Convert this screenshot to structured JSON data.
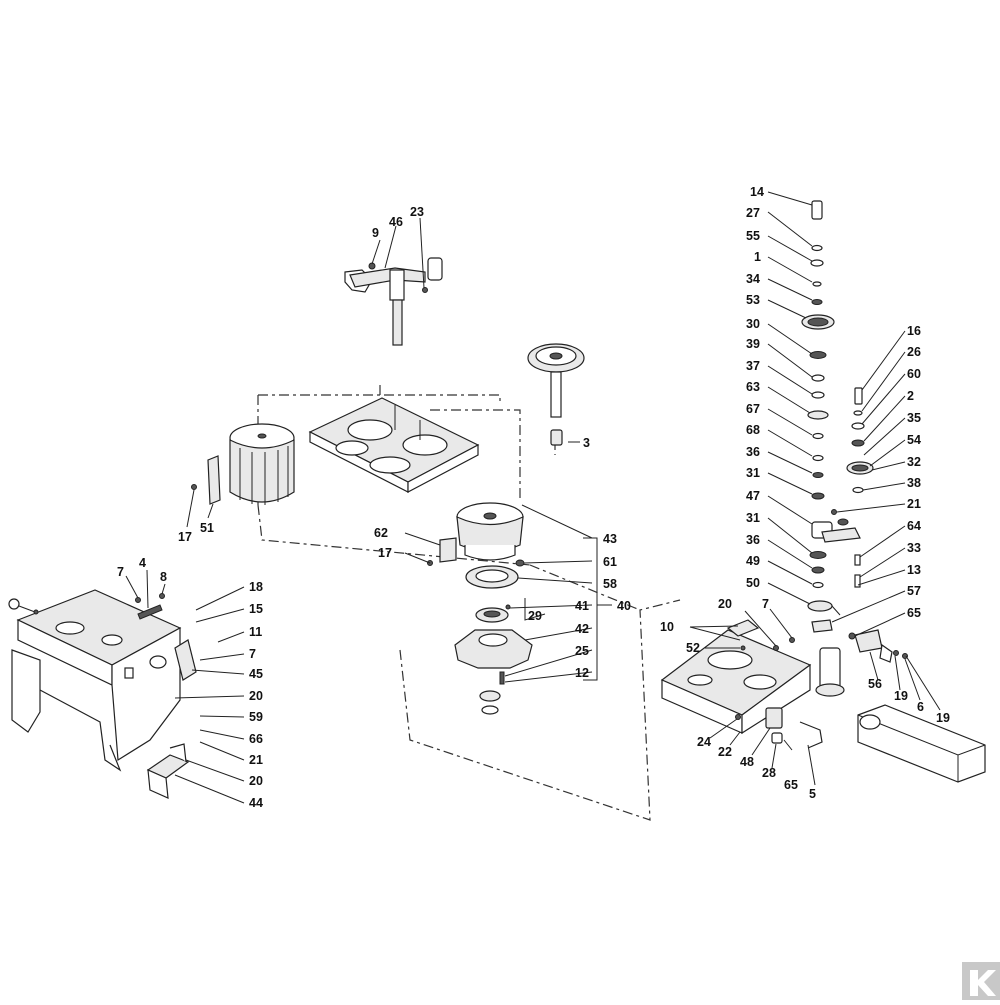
{
  "figure": {
    "callouts_right_column": [
      "14",
      "27",
      "55",
      "1",
      "34",
      "53",
      "30",
      "39",
      "37",
      "63",
      "67",
      "68",
      "36",
      "31",
      "47",
      "31",
      "36",
      "49",
      "50"
    ],
    "callouts_right_secondary": [
      "16",
      "26",
      "60",
      "2",
      "35",
      "54",
      "32",
      "38",
      "21",
      "64",
      "33",
      "13",
      "57",
      "65"
    ],
    "callouts_right_bottom": [
      "20",
      "7",
      "10",
      "52",
      "56",
      "19",
      "6",
      "19",
      "24",
      "22",
      "48",
      "28",
      "65",
      "5"
    ],
    "callouts_center": [
      "43",
      "62",
      "17",
      "61",
      "58",
      "41",
      "40",
      "29",
      "42",
      "25",
      "12",
      "3",
      "9",
      "46",
      "23",
      "17",
      "51"
    ],
    "callouts_left": [
      "7",
      "4",
      "8",
      "18",
      "15",
      "11",
      "7",
      "45",
      "20",
      "59",
      "66",
      "21",
      "20",
      "44"
    ]
  },
  "logo": {
    "text": "K"
  }
}
